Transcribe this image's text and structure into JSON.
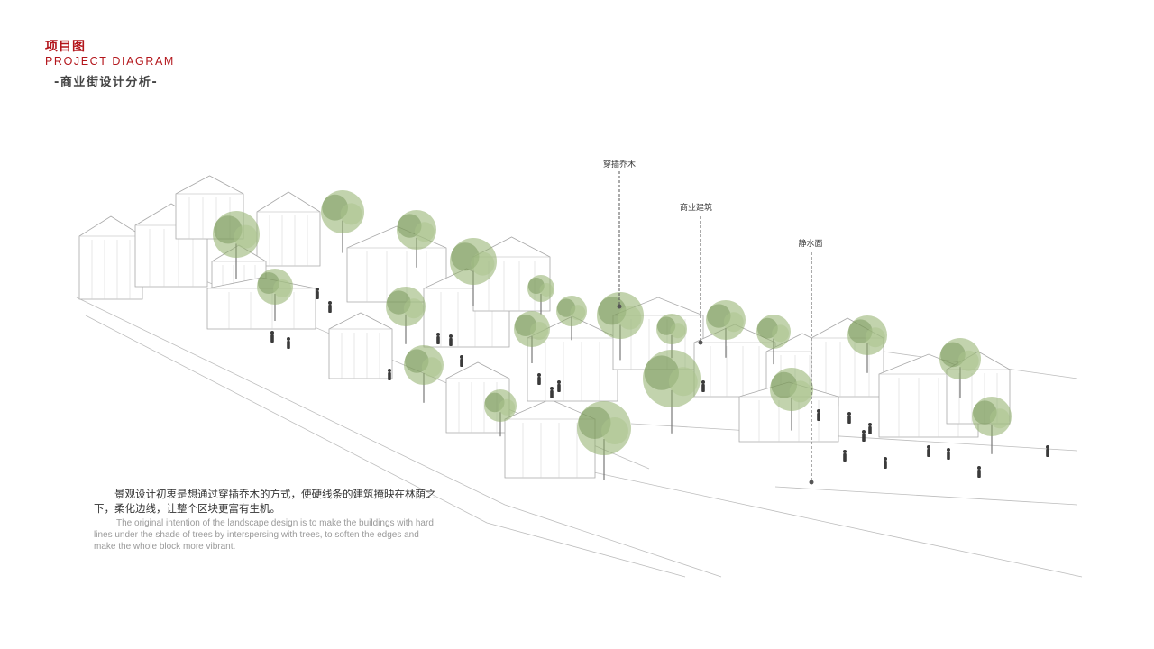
{
  "header": {
    "title_cn": "项目图",
    "title_en": "PROJECT DIAGRAM",
    "subtitle": "-商业街设计分析-"
  },
  "callouts": [
    {
      "label": "穿插乔木"
    },
    {
      "label": "商业建筑"
    },
    {
      "label": "静水面"
    }
  ],
  "description": {
    "cn": "景观设计初衷是想通过穿插乔木的方式，使硬线条的建筑掩映在林荫之下，柔化边线，让整个区块更富有生机。",
    "en": "The original intention of the landscape design is to make the buildings with hard lines under the shade of trees by interspersing with trees, to soften the edges and make the whole block more vibrant."
  },
  "colors": {
    "accent": "#b3151b",
    "line": "#bdbdbd",
    "tree": "#8fae6a",
    "tree_dark": "#6f8f4f",
    "figure": "#3a3a3a"
  }
}
